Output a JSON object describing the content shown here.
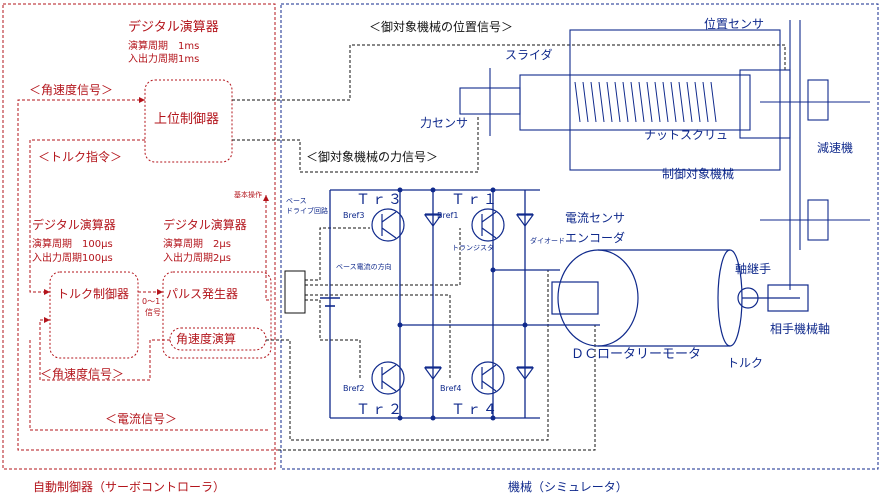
{
  "controller": {
    "top_block": {
      "title": "デジタル演算器",
      "line1": "演算周期　1ms",
      "line2": "入出力周期1ms"
    },
    "upper_controller": "上位制御器",
    "angular_velocity_signal_top": "＜角速度信号＞",
    "torque_command": "＜トルク指令＞",
    "left_dsp": {
      "title": "デジタル演算器",
      "line1": "演算周期　100μs",
      "line2": "入出力周期100μs"
    },
    "right_dsp": {
      "title": "デジタル演算器",
      "line1": "演算周期　2μs",
      "line2": "入出力周期2μs"
    },
    "torque_controller": "トルク制御器",
    "pulse_generator": "パルス発生器",
    "angular_velocity_calc": "角速度演算",
    "angular_velocity_signal_bottom": "＜角速度信号＞",
    "current_signal": "＜電流信号＞",
    "signal_0_1": "0～1",
    "signal_label": "信号",
    "base_current_label": "基本操作",
    "footer": "自動制御器（サーボコントローラ）"
  },
  "machine": {
    "position_signal": "＜御対象機械の位置信号＞",
    "force_signal": "＜御対象機械の力信号＞",
    "position_sensor": "位置センサ",
    "slider": "スライダ",
    "force_sensor": "力センサ",
    "nut_screw": "ナットスクリュ",
    "reducer": "減速機",
    "controlled_machine": "制御対象機械",
    "current_sensor": "電流センサ",
    "encoder": "エンコーダ",
    "coupling": "軸継手",
    "mating_shaft": "相手機械軸",
    "torque": "トルク",
    "dc_motor": "ＤＣロータリーモータ",
    "base_drive_circuit": [
      "ベース",
      "ドライブ回路"
    ],
    "base_current_dir": "ベース電流の方向",
    "transistor": "トランジスタ",
    "diode": "ダイオード",
    "tr3": "Ｔｒ３",
    "tr1": "Ｔｒ１",
    "tr2": "Ｔｒ２",
    "tr4": "Ｔｒ４",
    "bref3": "Bref3",
    "bref1": "Bref1",
    "bref2": "Bref2",
    "bref4": "Bref4",
    "footer": "機械（シミュレータ）"
  },
  "colors": {
    "controller": "#b3141b",
    "machine": "#102a8c",
    "wiring": "#111111"
  }
}
